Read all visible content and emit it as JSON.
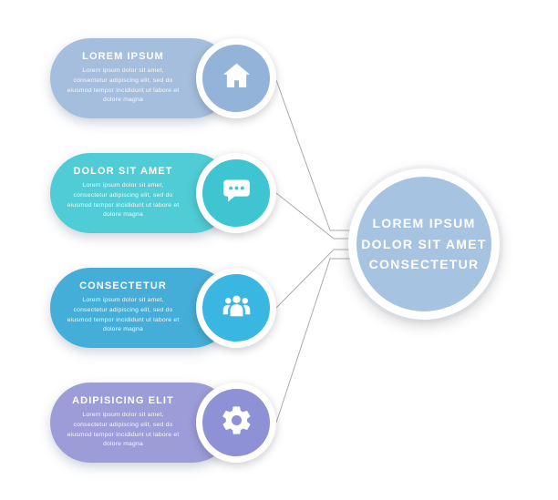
{
  "background": "#ffffff",
  "connector_color": "#ababab",
  "cards": [
    {
      "title": "LOREM IPSUM",
      "body": "Lorem ipsum dolor sit amet, consectetur adipiscing elit, sed do eiusmod tempor incididunt ut labore et dolore magna",
      "icon": "home-icon",
      "color": "#a5bedd",
      "icon_color": "#93b3d8"
    },
    {
      "title": "DOLOR SIT AMET",
      "body": "Lorem ipsum dolor sit amet, consectetur adipiscing elit, sed do eiusmod tempor incididunt ut labore et dolore magna",
      "icon": "chat-icon",
      "color": "#4fccd5",
      "icon_color": "#3fc4d2"
    },
    {
      "title": "CONSECTETUR",
      "body": "Lorem ipsum dolor sit amet, consectetur adipiscing elit, sed do eiusmod tempor incididunt ut labore et dolore magna",
      "icon": "people-icon",
      "color": "#45aed8",
      "icon_color": "#39b7e2"
    },
    {
      "title": "ADIPISICING ELIT",
      "body": "Lorem ipsum dolor sit amet, consectetur adipiscing elit, sed do eiusmod tempor incididunt ut labore et dolore magna",
      "icon": "gear-icon",
      "color": "#9c9dd8",
      "icon_color": "#8e91d5"
    }
  ],
  "center": {
    "line1": "LOREM IPSUM",
    "line2": "DOLOR SIT AMET",
    "line3": "CONSECTETUR",
    "color": "#a7c3e2"
  }
}
